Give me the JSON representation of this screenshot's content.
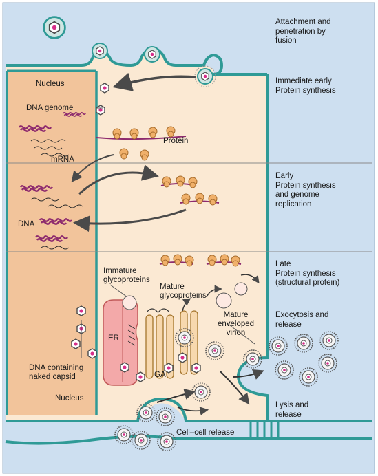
{
  "stages": {
    "attachment": "Attachment and\npenetration by\nfusion",
    "immediate_early": "Immediate early\nProtein synthesis",
    "early": "Early\nProtein synthesis\nand genome\nreplication",
    "late": "Late\nProtein synthesis\n(structural protein)",
    "exocytosis": "Exocytosis and\nrelease",
    "lysis": "Lysis and\nrelease"
  },
  "labels": {
    "nucleus_top": "Nucleus",
    "dna_genome": "DNA genome",
    "protein": "Protein",
    "mrna": "mRNA",
    "dna": "DNA",
    "immature_glycoproteins": "Immature\nglycoproteins",
    "mature_glycoproteins": "Mature\nglycoproteins",
    "er": "ER",
    "ga": "GA",
    "mature_enveloped_virion": "Mature\nenveloped\nvirion",
    "dna_naked_capsid": "DNA containing\nnaked capsid",
    "nucleus_bottom": "Nucleus",
    "cell_cell_release": "Cell–cell release"
  },
  "colors": {
    "extracellular": "#cddff0",
    "cytoplasm": "#fbe9d3",
    "nucleus": "#f2c49b",
    "membrane": "#2f9a96",
    "dna": "#8e2b6e",
    "ribosome": "#f0b06a",
    "er": "#f3a9a9",
    "arrow": "#555555"
  }
}
